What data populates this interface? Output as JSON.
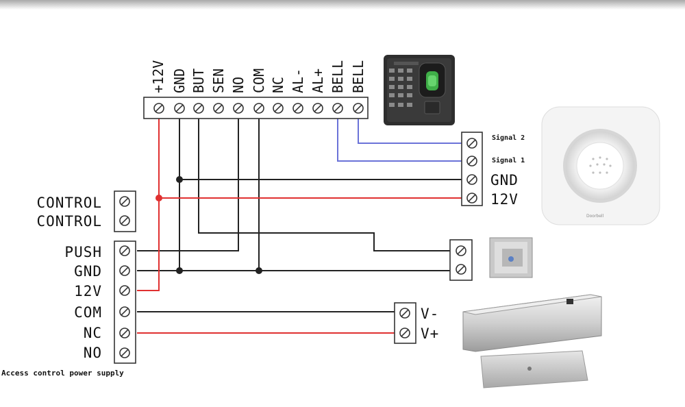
{
  "controller": {
    "terminals": [
      "+12V",
      "GND",
      "BUT",
      "SEN",
      "NO",
      "COM",
      "NC",
      "AL-",
      "AL+",
      "BELL",
      "BELL"
    ]
  },
  "doorbell": {
    "terminals": [
      "Signal 2",
      "Signal 1",
      "GND",
      "12V"
    ]
  },
  "power_supply": {
    "control_terminals": [
      "CONTROL",
      "CONTROL"
    ],
    "terminals": [
      "PUSH",
      "GND",
      "12V",
      "COM",
      "NC",
      "NO"
    ],
    "caption": "Access control power supply"
  },
  "lock": {
    "terminals": [
      "V-",
      "V+"
    ]
  },
  "doorbell_brand": "Doorbell",
  "colors": {
    "wire_black": "#222222",
    "wire_red": "#e03030",
    "wire_blue": "#6a72d8",
    "terminal_stroke": "#333333"
  }
}
